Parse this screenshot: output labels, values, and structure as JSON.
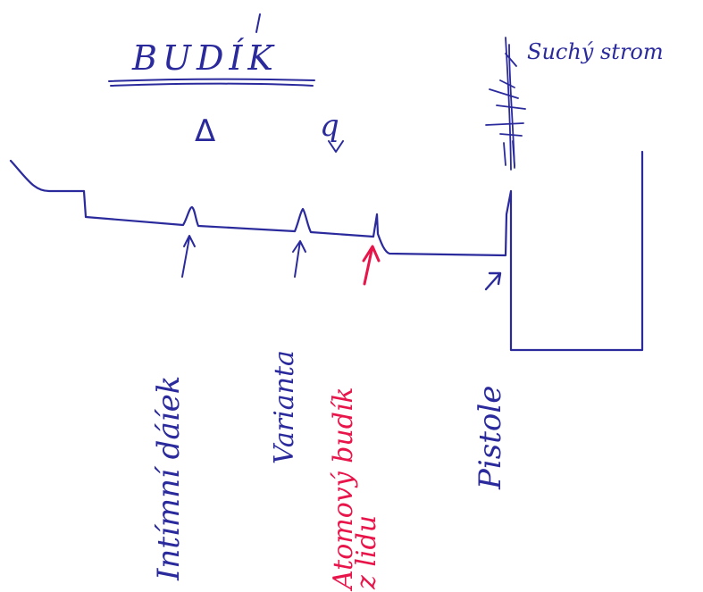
{
  "title": "BUDÍK",
  "symbols": {
    "triangle": "Δ",
    "q": "q"
  },
  "labels": {
    "tree": "Suchý strom",
    "intimni": "Intímní dáíek",
    "varianta": "Varianta",
    "atomovy": "Atomový budík",
    "atomovy_line2": "z lidu",
    "pistole": "Pistole"
  },
  "colors": {
    "ink_blue": "#2a2a9c",
    "ink_red": "#e8154a"
  }
}
